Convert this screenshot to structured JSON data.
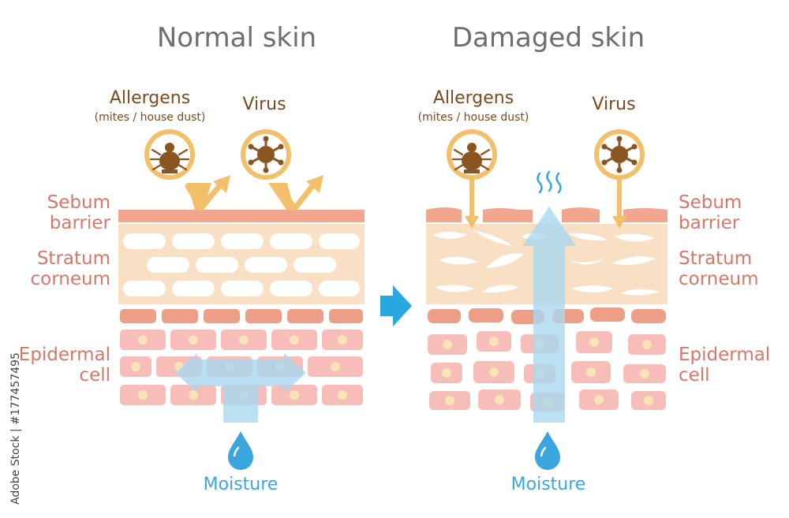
{
  "panels": {
    "left": {
      "title": "Normal skin",
      "allergens_title": "Allergens",
      "allergens_sub": "(mites / house dust)",
      "virus": "Virus",
      "moisture": "Moisture"
    },
    "right": {
      "title": "Damaged skin",
      "allergens_title": "Allergens",
      "allergens_sub": "(mites / house dust)",
      "virus": "Virus",
      "moisture": "Moisture"
    }
  },
  "layers": {
    "sebum": [
      "Sebum",
      "barrier"
    ],
    "stratum": [
      "Stratum",
      "corneum"
    ],
    "epidermal": [
      "Epidermal",
      "cell"
    ]
  },
  "watermark": "Adobe Stock | #177457495",
  "colors": {
    "sebum": "#f2a58f",
    "stratum": "#f9dfc3",
    "epidermal_top": "#ed9e86",
    "cell": "#f7bdb8",
    "nucleus": "#fbe3b8",
    "arrow_orange": "#f3bf6b",
    "moisture_blue": "#3aa6de",
    "icon_ring": "#f3bf6b",
    "icon_brown": "#8a5520"
  },
  "icons": [
    "mite-icon",
    "virus-icon",
    "water-drop-icon",
    "steam-icon",
    "arrow-right-icon"
  ]
}
